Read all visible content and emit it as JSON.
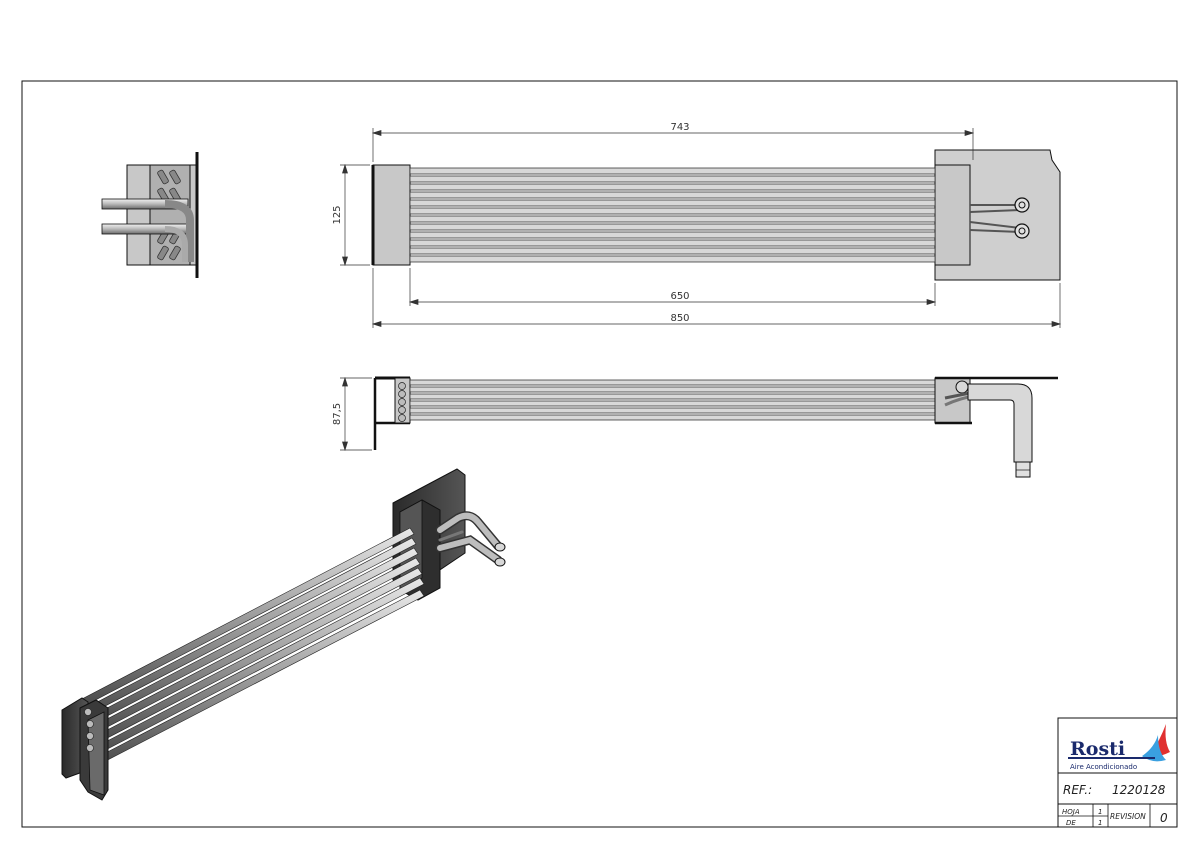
{
  "dimensions": {
    "top_overall": "743",
    "height_front": "125",
    "core_length": "650",
    "total_length": "850",
    "depth_top": "87,5"
  },
  "title_block": {
    "brand": "Rosti",
    "brand_subtitle": "Aire Acondicionado",
    "ref_label": "REF.:",
    "ref_value": "1220128",
    "sheet_label": "HOJA",
    "sheet_value": "1",
    "of_label": "DE",
    "of_value": "1",
    "revision_label": "REVISION",
    "revision_value": "0"
  },
  "colors": {
    "line": "#111111",
    "metal_light": "#d0d0d0",
    "metal_mid": "#9a9a9a",
    "metal_dark": "#3a3a3a",
    "logo_blue": "#1a2a6c",
    "logo_red": "#e03030",
    "logo_light": "#3aa0e0"
  }
}
